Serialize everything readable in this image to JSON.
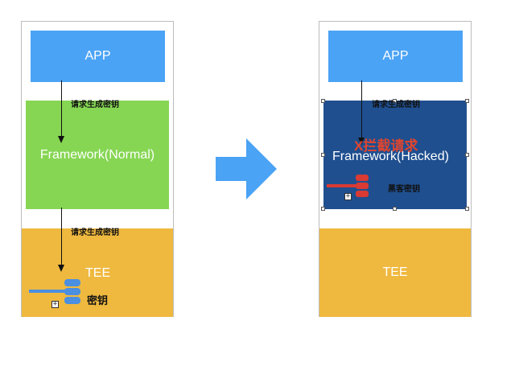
{
  "left_panel": {
    "app_label": "APP",
    "framework_label": "Framework(Normal)",
    "tee_label": "TEE",
    "request_label_top": "请求生成密钥",
    "request_label_bottom": "请求生成密钥",
    "key_label": "密钥",
    "key_icon": "key-icon"
  },
  "right_panel": {
    "app_label": "APP",
    "framework_label": "Framework(Hacked)",
    "tee_label": "TEE",
    "request_label_top": "请求生成密钥",
    "intercept_label": "X拦截请求",
    "hacker_key_label": "黑客密钥",
    "key_icon": "key-icon"
  },
  "transition_icon": "arrow-right-icon",
  "colors": {
    "app_blue": "#4ba3f5",
    "framework_normal_green": "#86d653",
    "framework_hacked_blue": "#1f4f8f",
    "tee_yellow": "#efb93f",
    "key_blue": "#4a8fe0",
    "key_red": "#d93a33",
    "intercept_red": "#e0452f",
    "arrow_blue": "#4aa3f5"
  }
}
